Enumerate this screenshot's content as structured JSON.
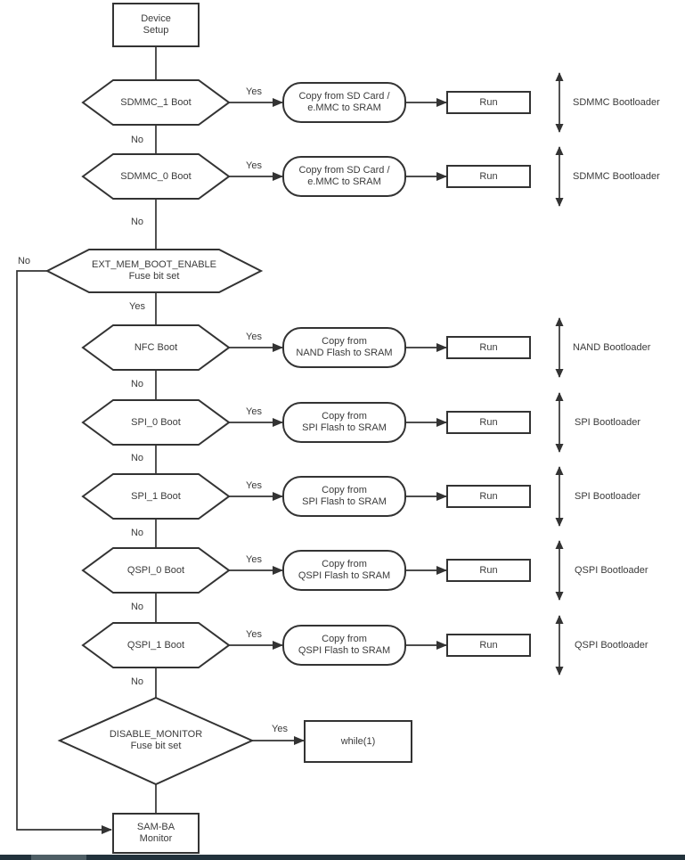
{
  "diagram": {
    "start": {
      "label": [
        "Device",
        "Setup"
      ]
    },
    "rows": [
      {
        "decision": "SDMMC_1 Boot",
        "yes": "Yes",
        "no": "No",
        "action": [
          "Copy from SD Card /",
          "e.MMC to SRAM"
        ],
        "run": "Run",
        "bootloader": "SDMMC Bootloader"
      },
      {
        "decision": "SDMMC_0 Boot",
        "yes": "Yes",
        "no": "No",
        "action": [
          "Copy from SD Card /",
          "e.MMC to SRAM"
        ],
        "run": "Run",
        "bootloader": "SDMMC Bootloader"
      },
      {
        "decision": "NFC Boot",
        "yes": "Yes",
        "no": "No",
        "action": [
          "Copy from",
          "NAND Flash to SRAM"
        ],
        "run": "Run",
        "bootloader": "NAND Bootloader"
      },
      {
        "decision": "SPI_0 Boot",
        "yes": "Yes",
        "no": "No",
        "action": [
          "Copy from",
          "SPI Flash to SRAM"
        ],
        "run": "Run",
        "bootloader": "SPI Bootloader"
      },
      {
        "decision": "SPI_1 Boot",
        "yes": "Yes",
        "no": "No",
        "action": [
          "Copy from",
          "SPI Flash to SRAM"
        ],
        "run": "Run",
        "bootloader": "SPI Bootloader"
      },
      {
        "decision": "QSPI_0 Boot",
        "yes": "Yes",
        "no": "No",
        "action": [
          "Copy from",
          "QSPI Flash to SRAM"
        ],
        "run": "Run",
        "bootloader": "QSPI Bootloader"
      },
      {
        "decision": "QSPI_1 Boot",
        "yes": "Yes",
        "no": "No",
        "action": [
          "Copy from",
          "QSPI Flash to SRAM"
        ],
        "run": "Run",
        "bootloader": "QSPI Bootloader"
      }
    ],
    "ext_mem": {
      "label": [
        "EXT_MEM_BOOT_ENABLE",
        "Fuse bit set"
      ],
      "yes": "Yes",
      "no": "No"
    },
    "disable_monitor": {
      "label": [
        "DISABLE_MONITOR",
        "Fuse bit set"
      ],
      "yes": "Yes",
      "while_label": "while(1)"
    },
    "samba": {
      "label": [
        "SAM-BA",
        "Monitor"
      ]
    }
  },
  "colors": {
    "line": "#333333",
    "text": "#3a3a3a",
    "background": "#ffffff",
    "footer_dark": "#22323c",
    "footer_light": "#4e5e65"
  }
}
